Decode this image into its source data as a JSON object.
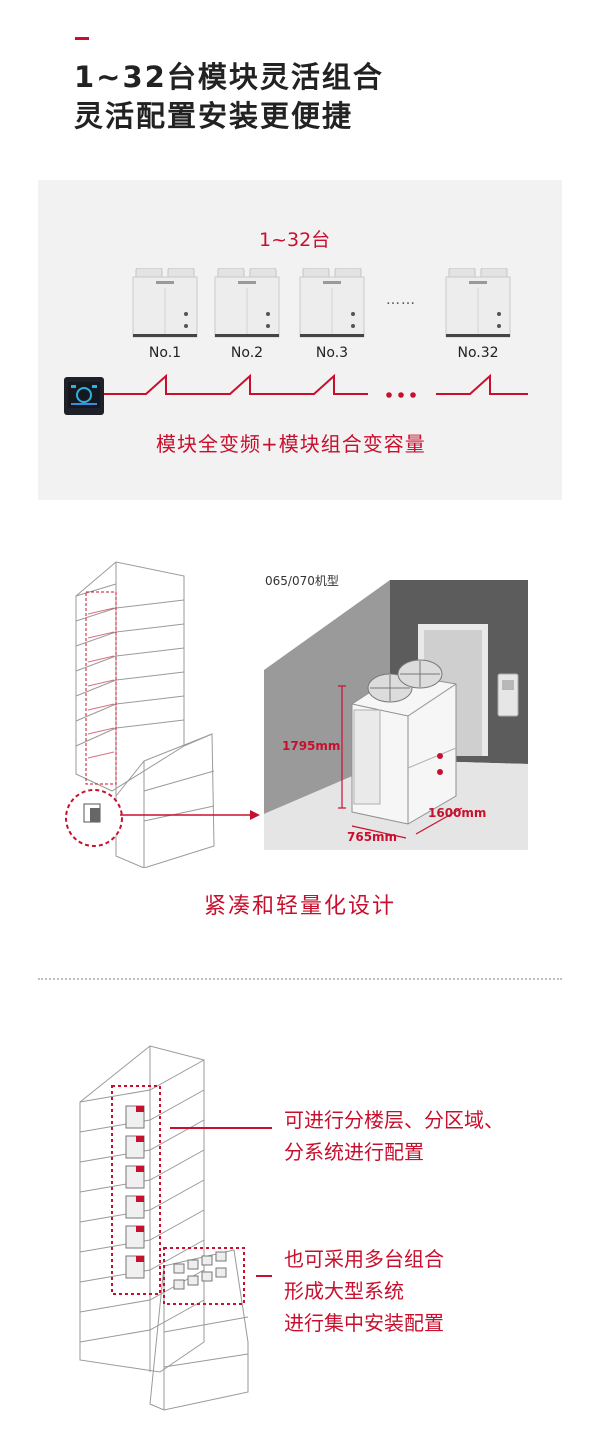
{
  "header": {
    "title_line1": "1~32台模块灵活组合",
    "title_line2": "灵活配置安装更便捷"
  },
  "modules_panel": {
    "count_label": "1~32台",
    "units": [
      "No.1",
      "No.2",
      "No.3",
      "No.32"
    ],
    "ellipsis": "……",
    "caption": "模块全变频+模块组合变容量"
  },
  "compact_section": {
    "model_label": "065/070机型",
    "height_label": "1795mm",
    "width_label": "765mm",
    "depth_label": "1600mm",
    "caption": "紧凑和轻量化设计"
  },
  "config_section": {
    "callout1_line1": "可进行分楼层、分区域、",
    "callout1_line2": "分系统进行配置",
    "callout2_line1": "也可采用多台组合",
    "callout2_line2": "形成大型系统",
    "callout2_line3": "进行集中安装配置"
  },
  "colors": {
    "accent": "#c8102e",
    "panel_bg": "#f2f2f2",
    "room_dark": "#5c5c5c"
  }
}
